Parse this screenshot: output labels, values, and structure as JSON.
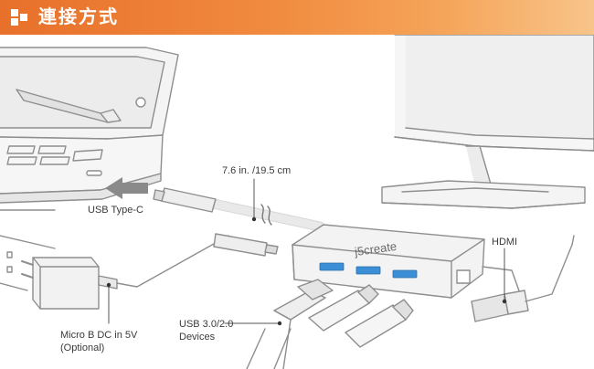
{
  "header": {
    "title": "連接方式"
  },
  "labels": {
    "cable_length": "7.6 in. /19.5 cm",
    "usb_type_c": "USB Type-C",
    "hdmi": "HDMI",
    "micro_b_line1": "Micro B DC in 5V",
    "micro_b_line2": "(Optional)",
    "usb_devices_line1": "USB 3.0/2.0",
    "usb_devices_line2": "Devices"
  },
  "brand": {
    "logo_text": "j5create"
  },
  "colors": {
    "accent": "#e8702a",
    "usb_port_blue": "#3b8fd6",
    "line": "#9a9a9a"
  }
}
